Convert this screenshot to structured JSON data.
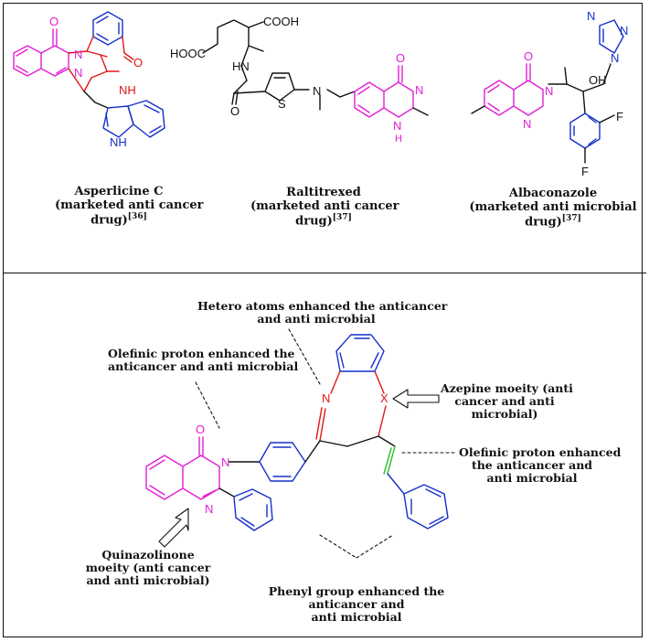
{
  "colors": {
    "quinazolinone": "#e21fd6",
    "azepine": "#1530c8",
    "heteroatom": "#e21616",
    "olefin": "#28c428",
    "black": "#111111"
  },
  "top_drugs": [
    {
      "name": "Asperlicine C",
      "line2": "(marketed anti cancer",
      "line3": "drug)",
      "ref": "[36]"
    },
    {
      "name": "Raltitrexed",
      "line2": "(marketed anti cancer",
      "line3": "drug)",
      "ref": "[37]"
    },
    {
      "name": "Albaconazole",
      "line2": "(marketed anti microbial",
      "line3": "drug)",
      "ref": "[37]"
    }
  ],
  "annotations": {
    "hetero": [
      "Hetero atoms enhanced the anticancer",
      "and anti microbial"
    ],
    "olefin_left": [
      "Olefinic proton enhanced the",
      "anticancer and anti microbial"
    ],
    "azepine": [
      "Azepine moeity (anti",
      "cancer and anti",
      "microbial)"
    ],
    "olefin_right": [
      "Olefinic proton enhanced",
      "the anticancer and",
      "anti microbial"
    ],
    "quinazolinone": [
      "Quinazolinone",
      "moeity (anti cancer",
      "and anti microbial)"
    ],
    "phenyl": [
      "Phenyl group enhanced the",
      "anticancer and",
      "anti microbial"
    ]
  },
  "atoms": {
    "O": "O",
    "N": "N",
    "NH": "NH",
    "HN": "HN",
    "HOOC": "HOOC",
    "COOH": "COOH",
    "S": "S",
    "F": "F",
    "OH": "OH",
    "X": "X"
  }
}
